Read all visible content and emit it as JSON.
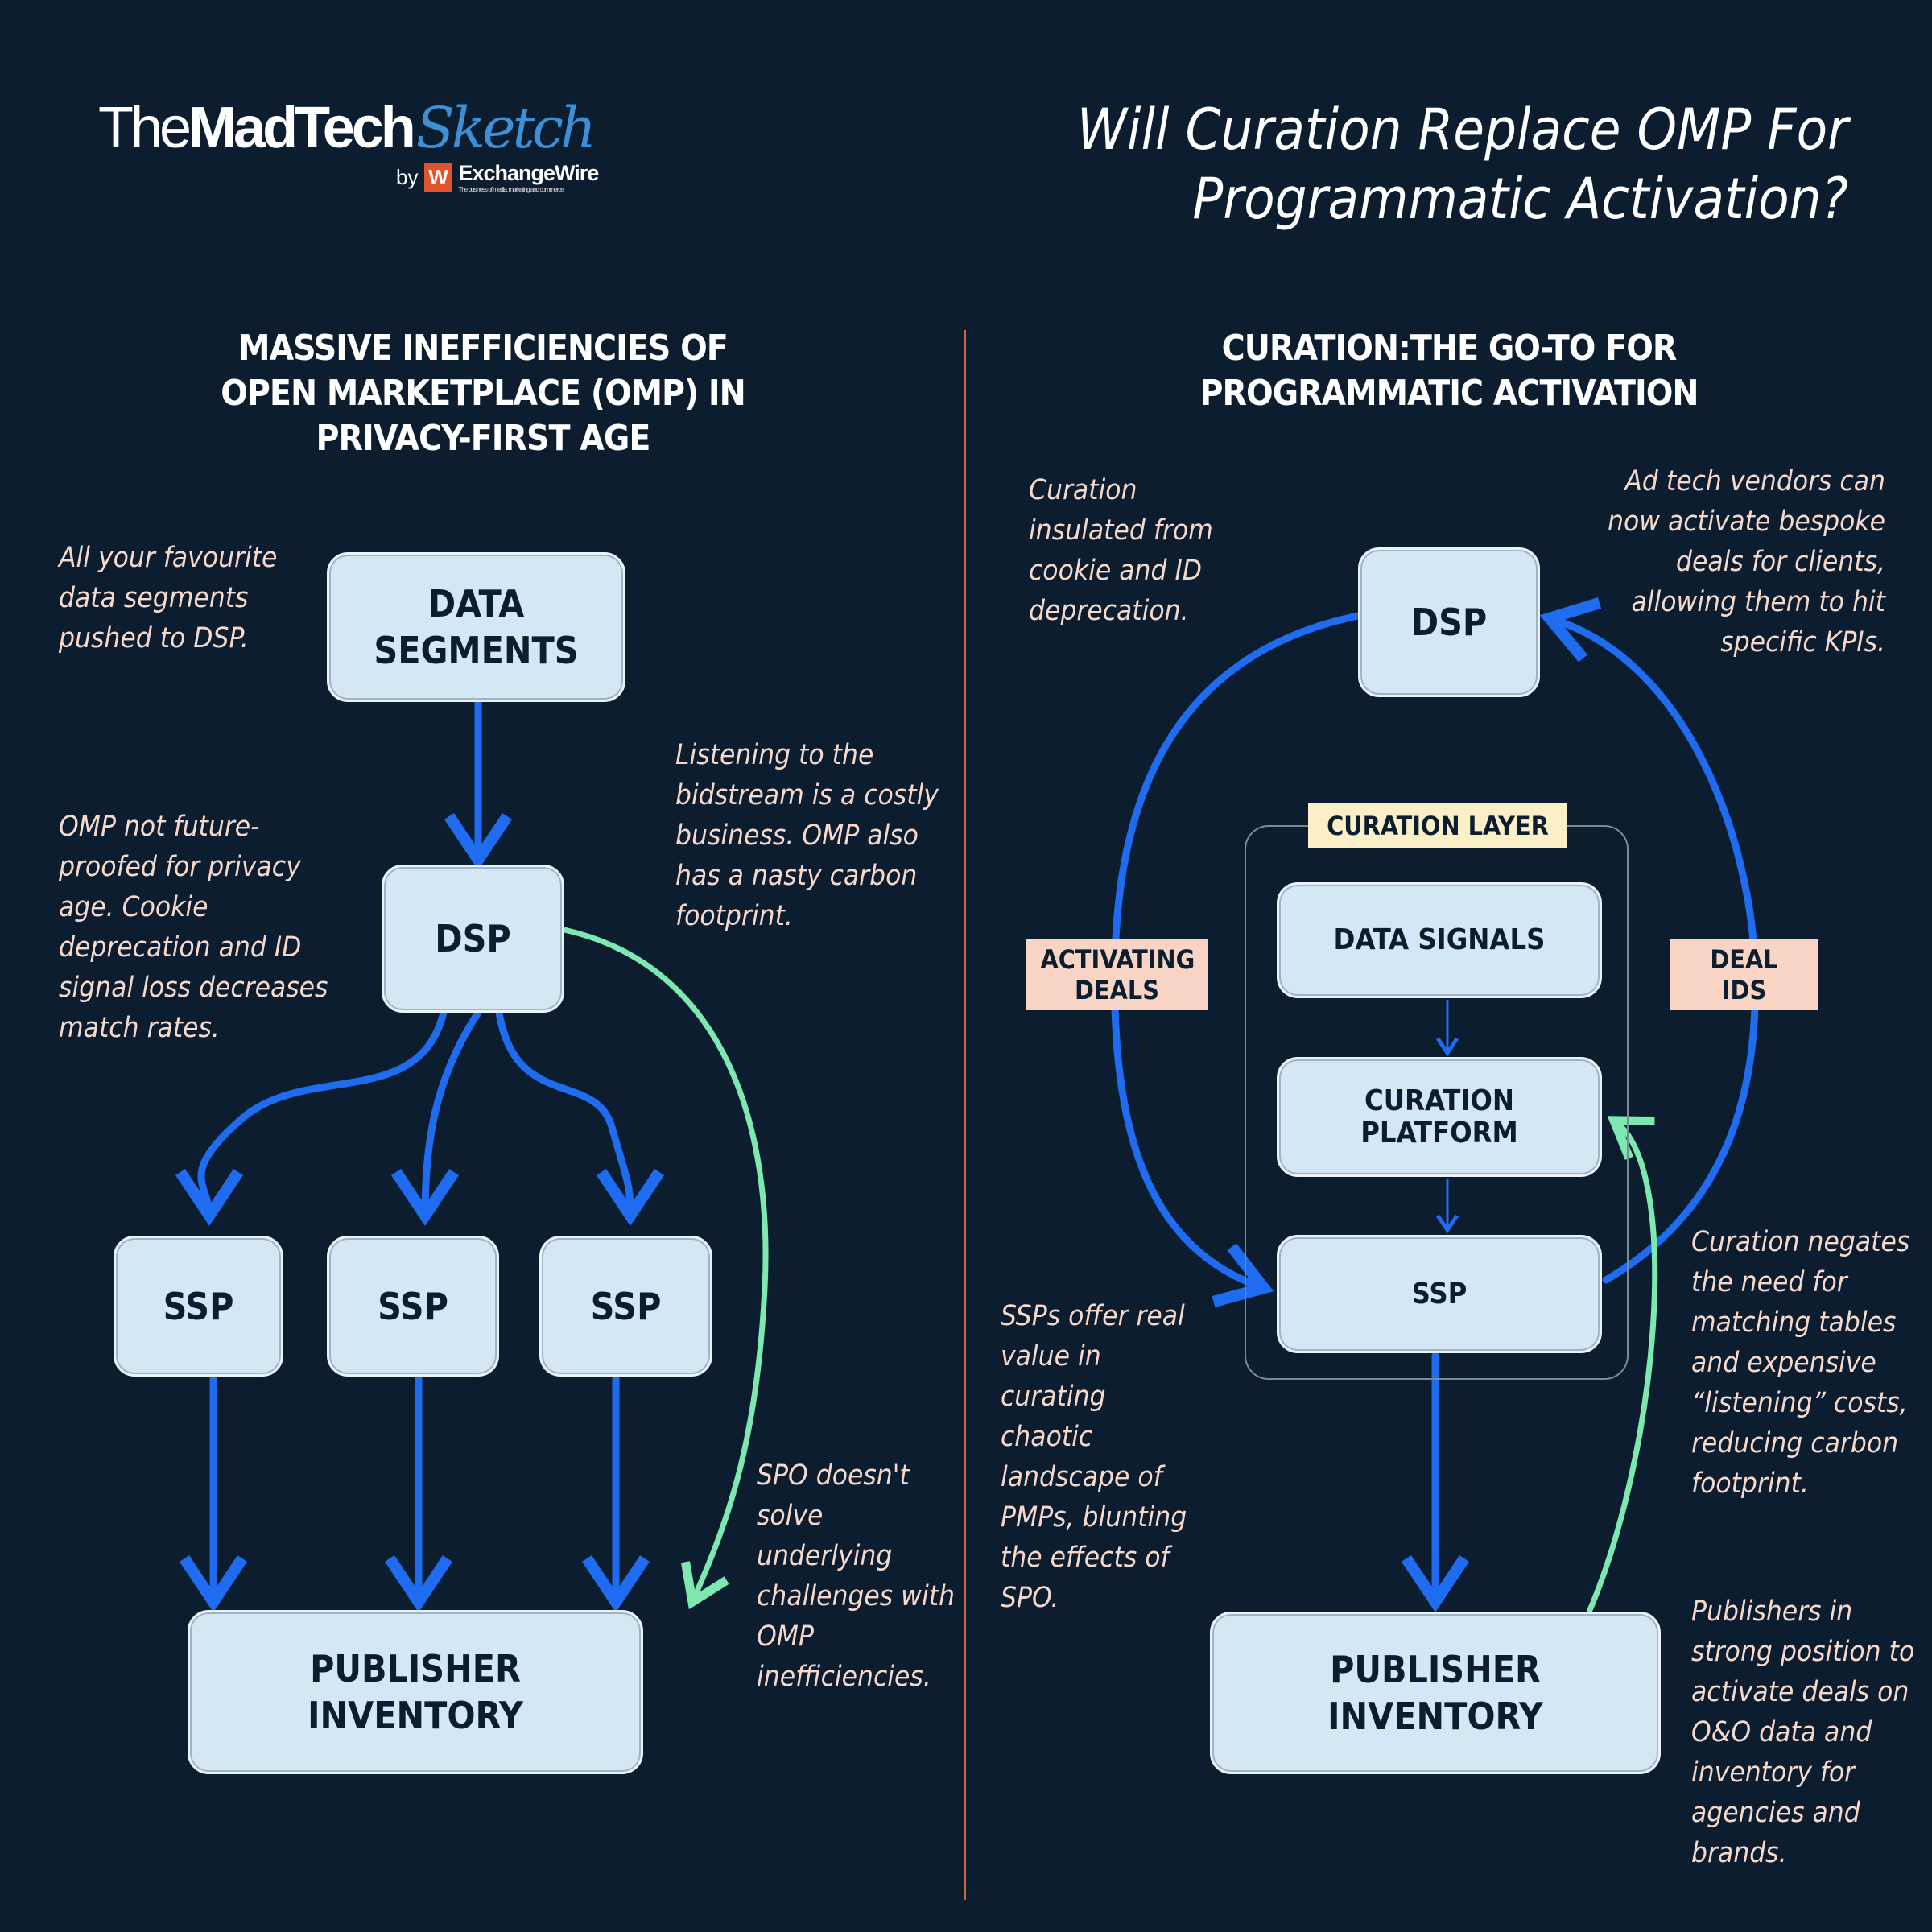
{
  "logo": {
    "prefix": "The",
    "bold": "MadTech",
    "script": "Sketch",
    "by": "by",
    "brand_mark": "W",
    "brand": "ExchangeWire",
    "tagline": "The business of media, marketing and commerce"
  },
  "title": {
    "line1": "Will Curation Replace OMP For",
    "line2": "Programmatic Activation?"
  },
  "left": {
    "heading": [
      "Massive inefficiencies of",
      "open marketplace (OMP) in",
      "privacy-first age"
    ],
    "boxes": {
      "data_segments": "DATA SEGMENTS",
      "dsp": "DSP",
      "ssp1": "SSP",
      "ssp2": "SSP",
      "ssp3": "SSP",
      "publisher": "PUBLISHER INVENTORY"
    },
    "notes": {
      "data": "All your favourite data segments pushed to DSP.",
      "omp": "OMP not future-proofed for privacy age. Cookie deprecation and ID signal loss decreases match rates.",
      "listening": "Listening to the bidstream is a costly business. OMP also has a nasty carbon footprint.",
      "spo": "SPO doesn't solve underlying challenges with OMP inefficiencies."
    }
  },
  "right": {
    "heading": [
      "Curation:The go-to for",
      "programmatic activation"
    ],
    "layer_label": "CURATION LAYER",
    "boxes": {
      "dsp": "DSP",
      "data_signals": "DATA SIGNALS",
      "platform": "CURATION PLATFORM",
      "ssp": "SSP",
      "publisher": "PUBLISHER INVENTORY"
    },
    "labels": {
      "activating": "ACTIVATING DEALS",
      "deal_ids": "DEAL IDS"
    },
    "notes": {
      "insulated": "Curation insulated from cookie and ID deprecation.",
      "vendors": "Ad tech vendors can now activate bespoke deals for clients, allowing them to hit specific KPIs.",
      "ssps": "SSPs offer real value in curating chaotic landscape of PMPs, blunting the effects of SPO.",
      "negates": "Curation negates the need for matching tables and expensive “listening” costs, reducing carbon footprint.",
      "publishers": "Publishers in strong position to activate deals on O&O data and inventory for agencies and brands."
    }
  },
  "colors": {
    "background": "#0c1d30",
    "box": "#d4e7f4",
    "arrow_blue": "#1f6cf0",
    "arrow_green": "#7de8b0",
    "divider": "#c8663a"
  }
}
